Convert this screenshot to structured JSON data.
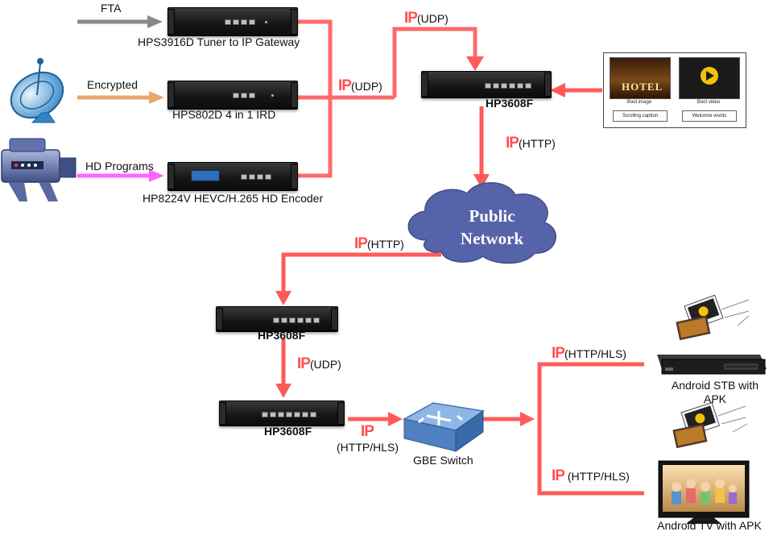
{
  "inputs": {
    "fta": "FTA",
    "encrypted": "Encrypted",
    "hd_programs": "HD Programs"
  },
  "devices": {
    "gateway": "HPS3916D  Tuner to IP Gateway",
    "ird": "HPS802D  4 in 1 IRD",
    "encoder": "HP8224V  HEVC/H.265 HD Encoder",
    "server_top": "HP3608F",
    "server_mid": "HP3608F",
    "server_bottom": "HP3608F",
    "switch": "GBE Switch",
    "stb": "Android STB with APK",
    "tv": "Android TV with APK"
  },
  "cloud": {
    "line1": "Public",
    "line2": "Network"
  },
  "protocols": {
    "ip_word": "IP",
    "udp_top": "(UDP)",
    "udp_mid": "(UDP)",
    "http_down": "(HTTP)",
    "http_left": "(HTTP)",
    "udp_lower": "(UDP)",
    "http_hls_switch": "(HTTP/HLS)",
    "http_hls_stb": "(HTTP/HLS)",
    "http_hls_tv": " (HTTP/HLS)"
  },
  "content_panel": {
    "hotel_sign": "HOTEL",
    "boot_image": "Boot image",
    "boot_video": "Boot video",
    "scrolling_caption": "Scrolling caption",
    "welcome_words": "Welcome words"
  },
  "colors": {
    "link": "#ff5a5a",
    "fta_arrow": "#8a8a8a",
    "encrypted_arrow": "#e8a76b",
    "hd_arrow": "#ff66ff",
    "cloud": "#5564a8"
  }
}
